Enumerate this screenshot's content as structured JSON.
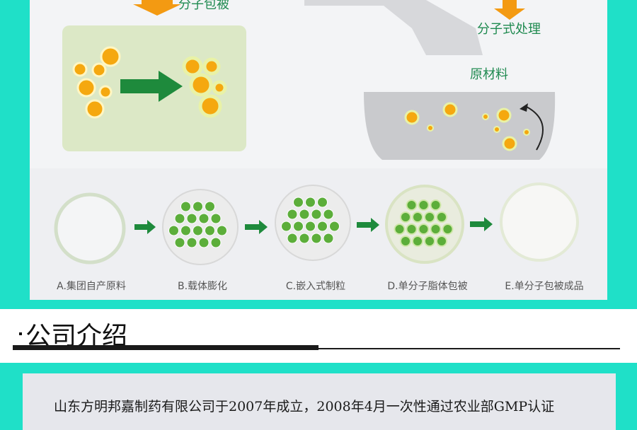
{
  "diagram": {
    "label_top_left": "分子包被",
    "label_process": "分子式处理",
    "label_raw": "原材料",
    "steps": [
      {
        "caption": "A.集团自产原料"
      },
      {
        "caption": "B.载体膨化"
      },
      {
        "caption": "C.嵌入式制粒"
      },
      {
        "caption": "D.单分子脂体包被"
      },
      {
        "caption": "E.单分子包被成品"
      }
    ]
  },
  "section": {
    "title": "公司介绍"
  },
  "intro": {
    "line1": "山东方明邦嘉制药有限公司于2007年成立，2008年4月一次性通过农业部GMP认证"
  },
  "colors": {
    "background": "#1fe0c8",
    "arrow_green": "#1e8a3c",
    "arrow_orange": "#f39a12",
    "bead_green": "#5cae3a"
  }
}
